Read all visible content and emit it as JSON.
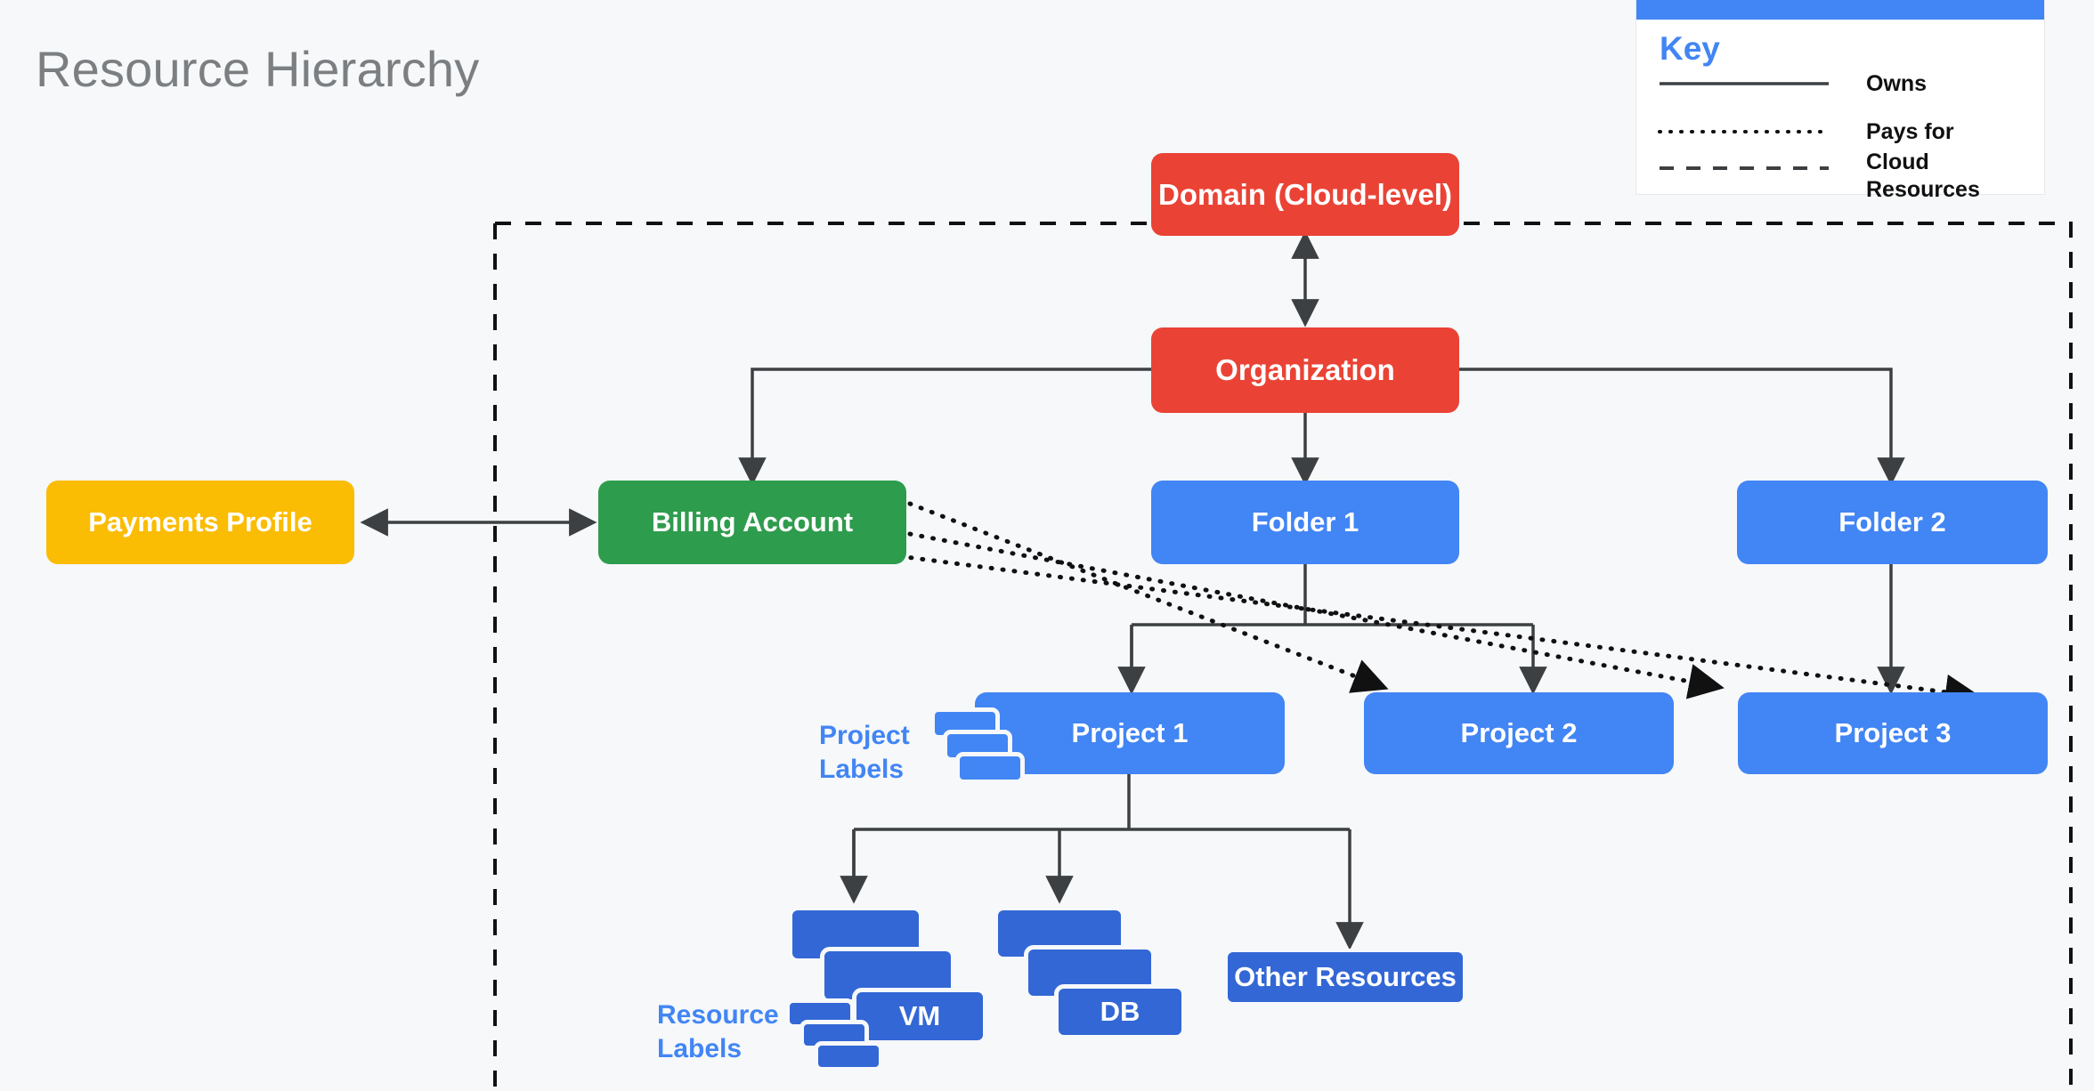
{
  "page": {
    "title": "Resource Hierarchy",
    "background": "#f6f8fa"
  },
  "key": {
    "title": "Key",
    "accent": "#4285f4",
    "items": [
      {
        "style": "solid",
        "label": "Owns"
      },
      {
        "style": "dotted",
        "label": "Pays for"
      },
      {
        "style": "dashed",
        "label": "Cloud\nResources"
      }
    ]
  },
  "nodes": {
    "domain": {
      "label": "Domain (Cloud-level)",
      "color": "#ea4335"
    },
    "organization": {
      "label": "Organization",
      "color": "#ea4335"
    },
    "payments_profile": {
      "label": "Payments Profile",
      "color": "#fbbc04"
    },
    "billing_account": {
      "label": "Billing Account",
      "color": "#2e9c4d"
    },
    "folder1": {
      "label": "Folder 1",
      "color": "#4285f4"
    },
    "folder2": {
      "label": "Folder 2",
      "color": "#4285f4"
    },
    "project1": {
      "label": "Project 1",
      "color": "#4285f4"
    },
    "project2": {
      "label": "Project 2",
      "color": "#4285f4"
    },
    "project3": {
      "label": "Project 3",
      "color": "#4285f4"
    },
    "vm": {
      "label": "VM",
      "color": "#3367d6"
    },
    "db": {
      "label": "DB",
      "color": "#3367d6"
    },
    "other_resources": {
      "label": "Other Resources",
      "color": "#3367d6"
    }
  },
  "annotations": {
    "project_labels": "Project\nLabels",
    "resource_labels": "Resource\nLabels",
    "label_color": "#4285f4"
  },
  "chart_data": {
    "type": "diagram",
    "title": "Resource Hierarchy",
    "edges": [
      {
        "from": "Domain (Cloud-level)",
        "to": "Organization",
        "relation": "Owns",
        "style": "solid",
        "arrows": "both"
      },
      {
        "from": "Organization",
        "to": "Billing Account",
        "relation": "Owns",
        "style": "solid",
        "arrows": "to"
      },
      {
        "from": "Organization",
        "to": "Folder 1",
        "relation": "Owns",
        "style": "solid",
        "arrows": "to"
      },
      {
        "from": "Organization",
        "to": "Folder 2",
        "relation": "Owns",
        "style": "solid",
        "arrows": "to"
      },
      {
        "from": "Payments Profile",
        "to": "Billing Account",
        "relation": "Owns",
        "style": "solid",
        "arrows": "both"
      },
      {
        "from": "Folder 1",
        "to": "Project 1",
        "relation": "Owns",
        "style": "solid",
        "arrows": "to"
      },
      {
        "from": "Folder 1",
        "to": "Project 2",
        "relation": "Owns",
        "style": "solid",
        "arrows": "to"
      },
      {
        "from": "Folder 2",
        "to": "Project 3",
        "relation": "Owns",
        "style": "solid",
        "arrows": "to"
      },
      {
        "from": "Project 1",
        "to": "VM",
        "relation": "Owns",
        "style": "solid",
        "arrows": "to"
      },
      {
        "from": "Project 1",
        "to": "DB",
        "relation": "Owns",
        "style": "solid",
        "arrows": "to"
      },
      {
        "from": "Project 1",
        "to": "Other Resources",
        "relation": "Owns",
        "style": "solid",
        "arrows": "to"
      },
      {
        "from": "Billing Account",
        "to": "Project 1",
        "relation": "Pays for",
        "style": "dotted",
        "arrows": "to"
      },
      {
        "from": "Billing Account",
        "to": "Project 2",
        "relation": "Pays for",
        "style": "dotted",
        "arrows": "to"
      },
      {
        "from": "Billing Account",
        "to": "Project 3",
        "relation": "Pays for",
        "style": "dotted",
        "arrows": "to"
      }
    ],
    "boundary": {
      "label": "Cloud Resources",
      "style": "dashed"
    }
  }
}
